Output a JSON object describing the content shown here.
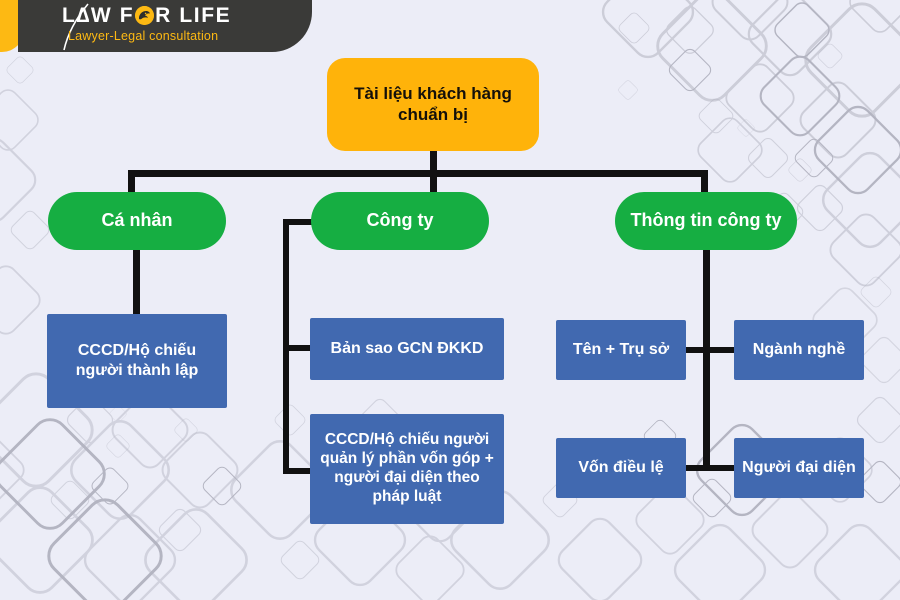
{
  "logo": {
    "name": "law-for-life-logo",
    "line1_before": "L",
    "line1_aw": "∆W F",
    "line1_after": "R LIFE",
    "full_title": "LAW FOR LIFE",
    "tagline": "Lawyer-Legal consultation",
    "colors": {
      "tab": "#FDB913",
      "panel": "#3a3a38",
      "text": "#ffffff",
      "tagline": "#FDB913"
    }
  },
  "diagram": {
    "title": "Tài liệu khách hàng chuẩn bị",
    "colors": {
      "background": "#ecedf7",
      "root": "#FFB30A",
      "branch": "#16AE42",
      "leaf": "#4169B0",
      "connector": "#111111",
      "pattern": "#b9bac6"
    },
    "root": {
      "label": "Tài liệu khách hàng chuẩn bị"
    },
    "branches": [
      {
        "id": "ca-nhan",
        "label": "Cá nhân"
      },
      {
        "id": "cong-ty",
        "label": "Công ty"
      },
      {
        "id": "thong-tin-cong-ty",
        "label": "Thông tin công ty"
      }
    ],
    "leaves": {
      "ca_nhan": [
        {
          "id": "cccd-nguoi-thanh-lap",
          "label": "CCCD/Hộ chiếu người thành lập"
        }
      ],
      "cong_ty": [
        {
          "id": "ban-sao-gcn-dkkd",
          "label": "Bản sao GCN ĐKKD"
        },
        {
          "id": "cccd-nguoi-quan-ly",
          "label": "CCCD/Hộ chiếu người quản lý phần vốn góp + người đại diện theo pháp luật"
        }
      ],
      "thong_tin_cong_ty": [
        {
          "id": "ten-tru-so",
          "label": "Tên + Trụ sở"
        },
        {
          "id": "nganh-nghe",
          "label": "Ngành nghề"
        },
        {
          "id": "von-dieu-le",
          "label": "Vốn điều lệ"
        },
        {
          "id": "nguoi-dai-dien",
          "label": "Người đại diện"
        }
      ]
    }
  }
}
